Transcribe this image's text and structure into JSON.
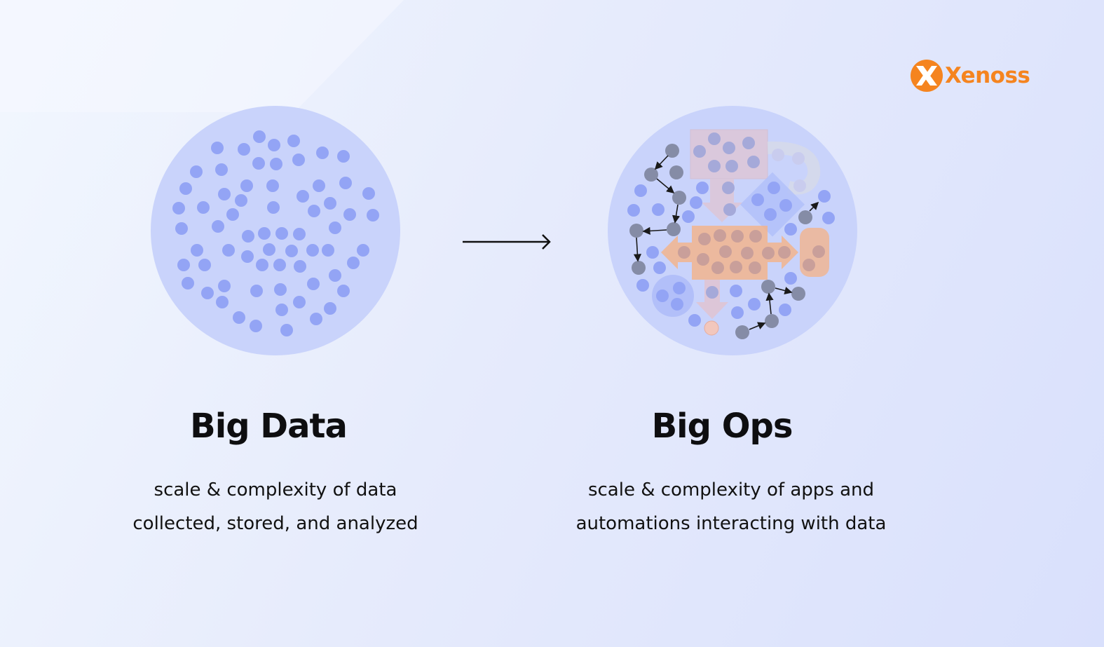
{
  "brand": {
    "name": "Xenoss",
    "color": "#f5841f"
  },
  "left_panel": {
    "title": "Big Data",
    "description": [
      "scale & complexity of data",
      "collected, stored, and analyzed"
    ]
  },
  "right_panel": {
    "title": "Big Ops",
    "description": [
      "scale & complexity of apps and",
      "automations interacting with data"
    ]
  },
  "colors": {
    "circle_fill": "#c9d3fb",
    "dot_blue": "#93a4f5",
    "dot_dark": "#858ca6",
    "ops_orange": "#f2b48d"
  },
  "icons": [
    "xenoss-logo-icon",
    "arrow-right-icon"
  ]
}
